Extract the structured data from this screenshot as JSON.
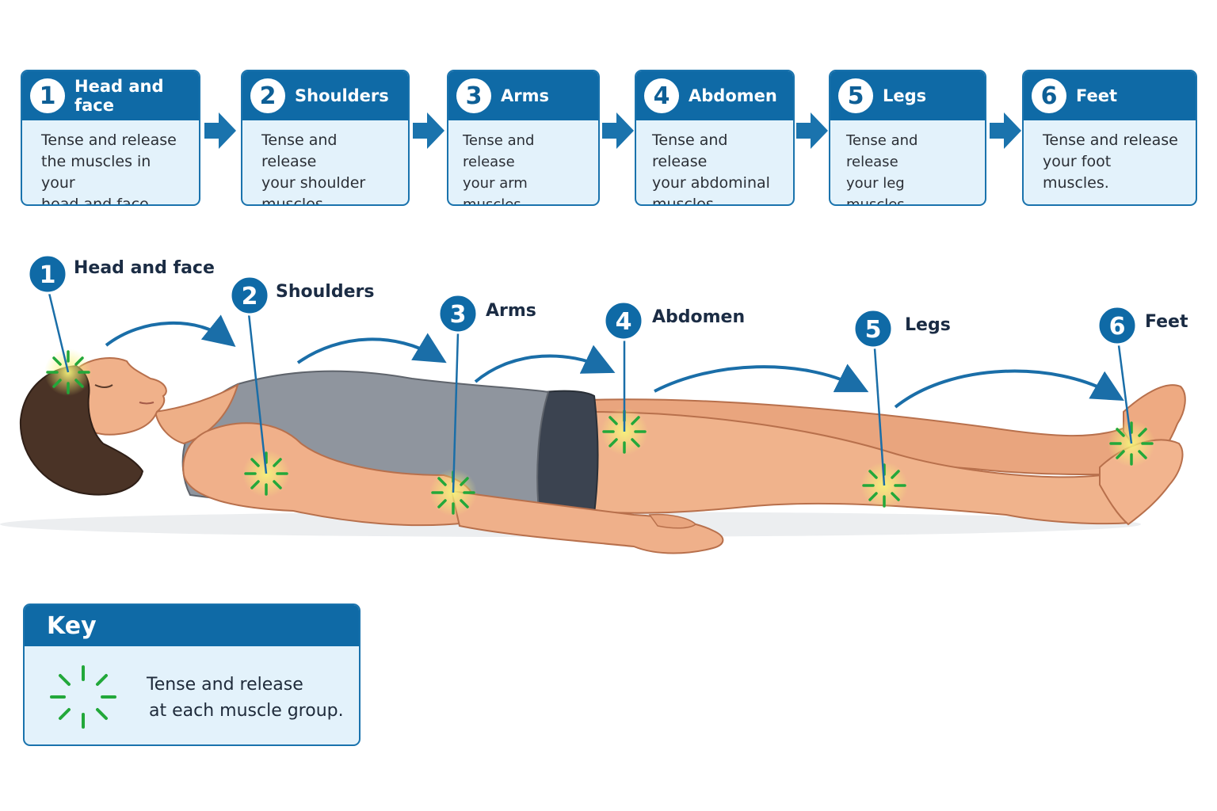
{
  "steps": [
    {
      "num": "1",
      "title": "Head and face",
      "lines": [
        "Tense and release",
        "the muscles in your",
        "head and face."
      ]
    },
    {
      "num": "2",
      "title": "Shoulders",
      "lines": [
        "Tense and release",
        "your shoulder",
        "muscles."
      ]
    },
    {
      "num": "3",
      "title": "Arms",
      "lines": [
        "Tense and release",
        "your arm muscles."
      ]
    },
    {
      "num": "4",
      "title": "Abdomen",
      "lines": [
        "Tense and release",
        "your abdominal",
        "muscles."
      ]
    },
    {
      "num": "5",
      "title": "Legs",
      "lines": [
        "Tense and release",
        "your leg muscles."
      ]
    },
    {
      "num": "6",
      "title": "Feet",
      "lines": [
        "Tense and release",
        "your foot muscles."
      ]
    }
  ],
  "callouts": [
    {
      "num": "1",
      "label": "Head and face"
    },
    {
      "num": "2",
      "label": "Shoulders"
    },
    {
      "num": "3",
      "label": "Arms"
    },
    {
      "num": "4",
      "label": "Abdomen"
    },
    {
      "num": "5",
      "label": "Legs"
    },
    {
      "num": "6",
      "label": "Feet"
    }
  ],
  "key": {
    "title": "Key",
    "line1": "Tense and release",
    "line2": "at each muscle group."
  },
  "colors": {
    "accent": "#0f6aa6",
    "panel": "#e3f2fb",
    "burst": "#22a83a",
    "glow": "#f3ee7a",
    "skin": "#eeb088",
    "shirt": "#8f959e",
    "shorts": "#3b4350",
    "hair": "#4a3326"
  },
  "icons": [
    "flow-arrow-icon",
    "curved-arrow-icon",
    "muscle-burst-icon"
  ]
}
